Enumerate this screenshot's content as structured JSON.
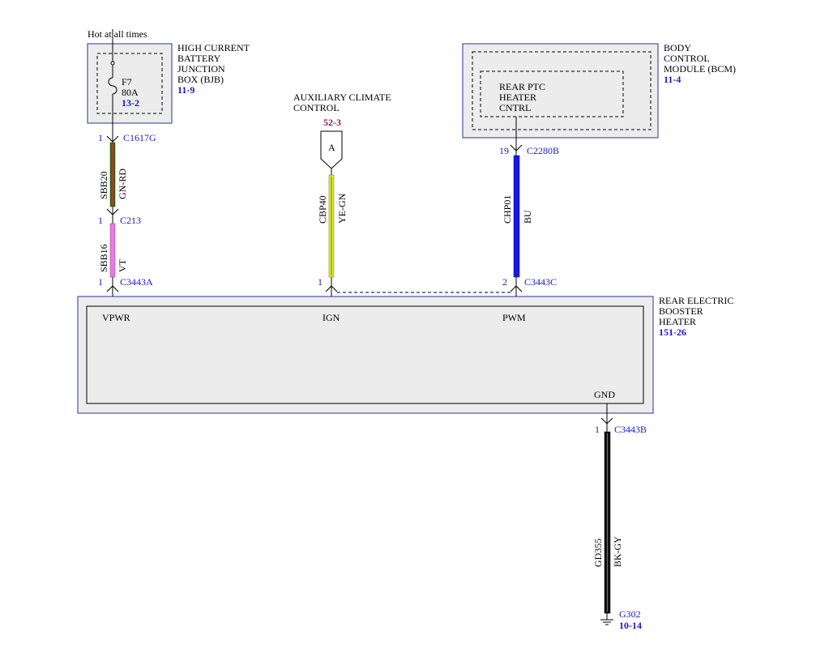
{
  "hot_label": "Hot at all times",
  "bjb": {
    "name_lines": [
      "HIGH CURRENT",
      "BATTERY",
      "JUNCTION",
      "BOX (BJB)"
    ],
    "ref": "11-9",
    "fuse_id": "F7",
    "fuse_rating": "80A",
    "fuse_ref": "13-2"
  },
  "aux_climate": {
    "name_lines": [
      "AUXILIARY CLIMATE",
      "CONTROL"
    ],
    "ref": "52-3",
    "connector_letter": "A"
  },
  "bcm": {
    "name_lines": [
      "BODY",
      "CONTROL",
      "MODULE (BCM)"
    ],
    "ref": "11-4",
    "inner_lines": [
      "REAR PTC",
      "HEATER",
      "CNTRL"
    ]
  },
  "heater": {
    "name_lines": [
      "REAR ELECTRIC",
      "BOOSTER",
      "HEATER"
    ],
    "ref": "151-26",
    "pins": {
      "vpwr": "VPWR",
      "ign": "IGN",
      "pwm": "PWM",
      "gnd": "GND"
    }
  },
  "wires": [
    {
      "id": "bjb-c213",
      "circuit": "SBB20",
      "color_code": "GN-RD",
      "color": "#3a6a1a",
      "from": {
        "pin": "1",
        "connector": "C1617G"
      },
      "to": {
        "pin": "1",
        "connector": "C213"
      }
    },
    {
      "id": "c213-heater",
      "circuit": "SBB16",
      "color_code": "VT",
      "color": "#e27ee2",
      "to": {
        "pin": "1",
        "connector": "C3443A"
      }
    },
    {
      "id": "aux-heater",
      "circuit": "CBP40",
      "color_code": "YE-GN",
      "color": "#e8ee2a",
      "to": {
        "pin": "1",
        "connector": ""
      }
    },
    {
      "id": "bcm-heater",
      "circuit": "CHP01",
      "color_code": "BU",
      "color": "#1818e6",
      "from": {
        "pin": "19",
        "connector": "C2280B"
      },
      "to": {
        "pin": "2",
        "connector": "C3443C"
      }
    },
    {
      "id": "heater-ground",
      "circuit": "GD355",
      "color_code": "BK-GY",
      "color": "#111111",
      "from": {
        "pin": "1",
        "connector": "C3443B"
      }
    }
  ],
  "ground": {
    "id": "G302",
    "ref": "10-14"
  }
}
